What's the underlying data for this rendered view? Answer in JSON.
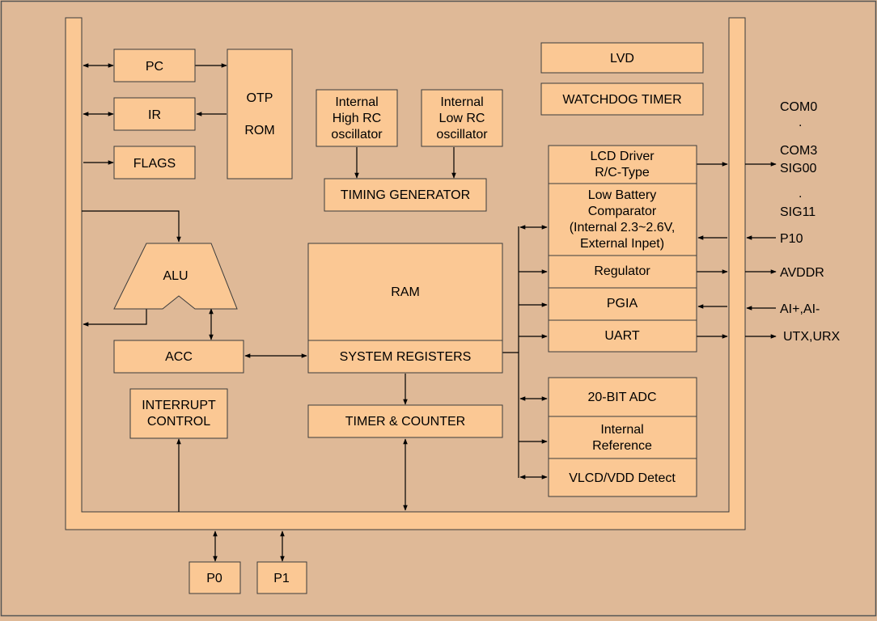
{
  "blocks": {
    "pc": "PC",
    "ir": "IR",
    "flags": "FLAGS",
    "otp_rom": [
      "OTP",
      "ROM"
    ],
    "internal_high_rc": [
      "Internal",
      "High RC",
      "oscillator"
    ],
    "internal_low_rc": [
      "Internal",
      "Low RC",
      "oscillator"
    ],
    "timing_generator": "TIMING GENERATOR",
    "lvd": "LVD",
    "watchdog_timer": "WATCHDOG TIMER",
    "lcd_driver": [
      "LCD Driver",
      "R/C-Type"
    ],
    "low_battery_comparator": [
      "Low Battery",
      "Comparator",
      "(Internal 2.3~2.6V,",
      "External Inpet)"
    ],
    "regulator": "Regulator",
    "pgia": "PGIA",
    "uart": "UART",
    "alu": "ALU",
    "ram": "RAM",
    "system_registers": "SYSTEM REGISTERS",
    "acc": "ACC",
    "interrupt_control": [
      "INTERRUPT",
      "CONTROL"
    ],
    "timer_counter": "TIMER & COUNTER",
    "adc_20bit": "20-BIT ADC",
    "internal_reference": [
      "Internal",
      "Reference"
    ],
    "vlcd_vdd_detect": "VLCD/VDD Detect",
    "p0": "P0",
    "p1": "P1"
  },
  "pins": {
    "com0": "COM0",
    "dot": ".",
    "com3": "COM3",
    "sig00": "SIG00",
    "sig11": "SIG11",
    "p10": "P10",
    "avddr": "AVDDR",
    "ai": "AI+,AI-",
    "utx_urx": "UTX,URX"
  },
  "colors": {
    "background": "#dfb997",
    "block_fill": "#fbc894",
    "border": "#3b3b3b"
  }
}
